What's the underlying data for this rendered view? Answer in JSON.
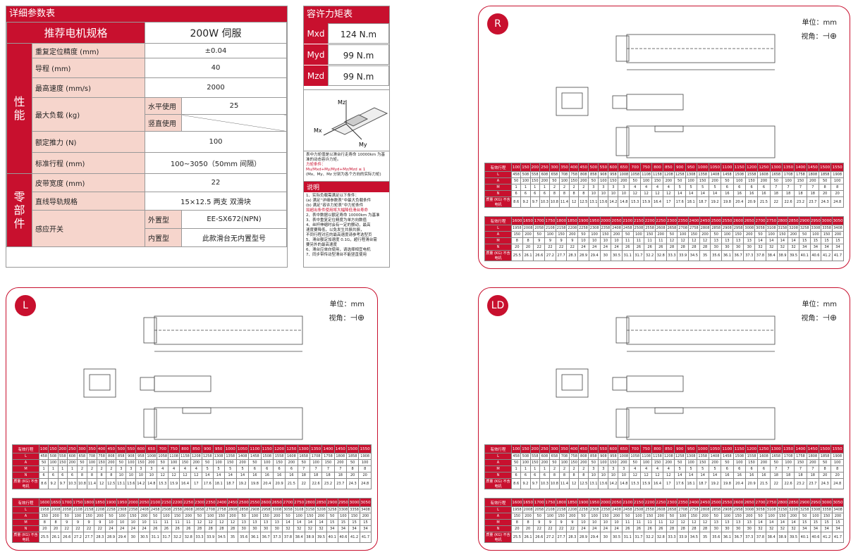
{
  "spec": {
    "header": "详细参数表",
    "title_label": "推荐电机规格",
    "title_value": "200W 伺服",
    "group1": "性\n能",
    "group2": "零\n部\n件",
    "rows": [
      {
        "label": "重复定位精度 (mm)",
        "value": "±0.04"
      },
      {
        "label": "导程 (mm)",
        "value": "40"
      },
      {
        "label": "最高速度 (mm/s)",
        "value": "2000"
      },
      {
        "label": "最大负载 (kg)",
        "sub1": "水平使用",
        "sub1_value": "25",
        "sub2": "竖直使用",
        "sub2_value": ""
      },
      {
        "label": "额定推力 (N)",
        "value": "100"
      },
      {
        "label": "标准行程 (mm)",
        "value": "100~3050（50mm 间隔）"
      },
      {
        "label": "皮带宽度 (mm)",
        "value": "22"
      },
      {
        "label": "直线导轨规格",
        "value": "15×12.5 两支 双滑块"
      },
      {
        "label": "感应开关",
        "sub1": "外置型",
        "sub1_value": "EE-SX672(NPN)",
        "sub2": "内置型",
        "sub2_value": "此款滑台无内置型号"
      }
    ]
  },
  "torque": {
    "header": "容许力矩表",
    "rows": [
      {
        "k": "Mxd",
        "v": "124 N.m"
      },
      {
        "k": "Myd",
        "v": "99 N.m"
      },
      {
        "k": "Mzd",
        "v": "99 N.m"
      }
    ],
    "axis_labels": [
      "Mz",
      "Mx",
      "My"
    ],
    "note1": "表中力矩值是以滑台行走寿命 10000km 为基准的动态容许力矩。",
    "note2": "力矩条件：",
    "note3": "Mu/Mxd+My/Myd+Mz/Mzd ≤ 1",
    "note4": "(Mx、My、Mz 分别为各个方向的实际力矩)",
    "explain_header": "说明",
    "explain": [
      "1、实际负载需满足以下条件：",
      "(a) 满足“详细参数表”中最大负载条件",
      "(b) 满足“容许力矩表”中力矩条件",
      "如超出条件使用将大幅降低滑台寿命",
      "2、表中数据以额定寿命 10000km 为基准",
      "3、表中重复定位精度为单方向数值",
      "4、丝杆伸缩时会有一定的颤动，最高",
      "速度要降低，以免发生共振共振，",
      "不同行程对应的最高速度请参考选型页",
      "5、滑台额定加速度 0.1G，超行程滑台需",
      "要另外的最高速度",
      "6、滑台应单向使用，请选择相宜电机",
      "7、同步带传动型滑台不能竖直使用"
    ]
  },
  "panels": [
    {
      "badge": "R",
      "unit": "单位：mm",
      "view": "视角："
    },
    {
      "badge": "L",
      "unit": "单位：mm",
      "view": "视角："
    },
    {
      "badge": "LD",
      "unit": "单位：mm",
      "view": "视角："
    }
  ],
  "dims": {
    "row_keys": [
      "有效行程",
      "L",
      "A",
      "M",
      "N",
      "质量 (KG) 不含电机"
    ],
    "block1": {
      "stroke": [
        "100",
        "150",
        "200",
        "250",
        "300",
        "350",
        "400",
        "450",
        "500",
        "550",
        "600",
        "650",
        "700",
        "750",
        "800",
        "850",
        "900",
        "950",
        "1000",
        "1050",
        "1100",
        "1150",
        "1200",
        "1250",
        "1300",
        "1350",
        "1400",
        "1450",
        "1500",
        "1550"
      ],
      "L": [
        "458",
        "508",
        "558",
        "608",
        "658",
        "708",
        "758",
        "808",
        "858",
        "908",
        "958",
        "1008",
        "1058",
        "1108",
        "1158",
        "1208",
        "1258",
        "1308",
        "1358",
        "1408",
        "1458",
        "1508",
        "1558",
        "1608",
        "1658",
        "1708",
        "1758",
        "1808",
        "1858",
        "1908"
      ],
      "A": [
        "50",
        "100",
        "150",
        "200",
        "50",
        "100",
        "150",
        "200",
        "50",
        "100",
        "150",
        "200",
        "50",
        "100",
        "150",
        "200",
        "50",
        "100",
        "150",
        "200",
        "50",
        "100",
        "150",
        "200",
        "50",
        "100",
        "150",
        "200",
        "50",
        "100"
      ],
      "M": [
        "1",
        "1",
        "1",
        "1",
        "2",
        "2",
        "2",
        "2",
        "3",
        "3",
        "3",
        "3",
        "4",
        "4",
        "4",
        "4",
        "5",
        "5",
        "5",
        "5",
        "6",
        "6",
        "6",
        "6",
        "7",
        "7",
        "7",
        "7",
        "8",
        "8"
      ],
      "N": [
        "6",
        "6",
        "6",
        "6",
        "8",
        "8",
        "8",
        "8",
        "10",
        "10",
        "10",
        "10",
        "12",
        "12",
        "12",
        "12",
        "14",
        "14",
        "14",
        "14",
        "16",
        "16",
        "16",
        "16",
        "18",
        "18",
        "18",
        "18",
        "20",
        "20"
      ],
      "W": [
        "8.6",
        "9.2",
        "9.7",
        "10.3",
        "10.8",
        "11.4",
        "12",
        "12.5",
        "13.1",
        "13.6",
        "14.2",
        "14.8",
        "15.3",
        "15.9",
        "16.4",
        "17",
        "17.6",
        "18.1",
        "18.7",
        "19.2",
        "19.8",
        "20.4",
        "20.9",
        "21.5",
        "22",
        "22.6",
        "23.2",
        "23.7",
        "24.3",
        "24.8"
      ]
    },
    "block2": {
      "stroke": [
        "1600",
        "1650",
        "1700",
        "1750",
        "1800",
        "1850",
        "1900",
        "1950",
        "2000",
        "2050",
        "2100",
        "2150",
        "2200",
        "2250",
        "2300",
        "2350",
        "2400",
        "2450",
        "2500",
        "2550",
        "2600",
        "2650",
        "2700",
        "2750",
        "2800",
        "2850",
        "2900",
        "2950",
        "3000",
        "3050"
      ],
      "L": [
        "1958",
        "2008",
        "2058",
        "2108",
        "2158",
        "2208",
        "2258",
        "2308",
        "2358",
        "2408",
        "2458",
        "2508",
        "2558",
        "2608",
        "2658",
        "2708",
        "2758",
        "2808",
        "2858",
        "2908",
        "2958",
        "3008",
        "3058",
        "3108",
        "3158",
        "3208",
        "3258",
        "3308",
        "3358",
        "3408"
      ],
      "A": [
        "150",
        "200",
        "50",
        "100",
        "150",
        "200",
        "50",
        "100",
        "150",
        "200",
        "50",
        "100",
        "150",
        "200",
        "50",
        "100",
        "150",
        "200",
        "50",
        "100",
        "150",
        "200",
        "50",
        "100",
        "150",
        "200",
        "50",
        "100",
        "150",
        "200"
      ],
      "M": [
        "8",
        "8",
        "9",
        "9",
        "9",
        "9",
        "10",
        "10",
        "10",
        "10",
        "11",
        "11",
        "11",
        "11",
        "12",
        "12",
        "12",
        "12",
        "13",
        "13",
        "13",
        "13",
        "14",
        "14",
        "14",
        "14",
        "15",
        "15",
        "15",
        "15"
      ],
      "N": [
        "20",
        "20",
        "22",
        "22",
        "22",
        "22",
        "24",
        "24",
        "24",
        "24",
        "26",
        "26",
        "26",
        "26",
        "28",
        "28",
        "28",
        "28",
        "30",
        "30",
        "30",
        "30",
        "32",
        "32",
        "32",
        "32",
        "34",
        "34",
        "34",
        "34"
      ],
      "W": [
        "25.5",
        "26.1",
        "26.6",
        "27.2",
        "27.7",
        "28.3",
        "28.9",
        "29.4",
        "30",
        "30.5",
        "31.1",
        "31.7",
        "32.2",
        "32.8",
        "33.3",
        "33.9",
        "34.5",
        "35",
        "35.6",
        "36.1",
        "36.7",
        "37.3",
        "37.8",
        "38.4",
        "38.9",
        "39.5",
        "40.1",
        "40.6",
        "41.2",
        "41.7"
      ]
    }
  },
  "icons": {
    "view_icon": "projection-symbol-icon"
  },
  "colors": {
    "accent": "#c8102e",
    "pink": "#f6d5cc"
  }
}
